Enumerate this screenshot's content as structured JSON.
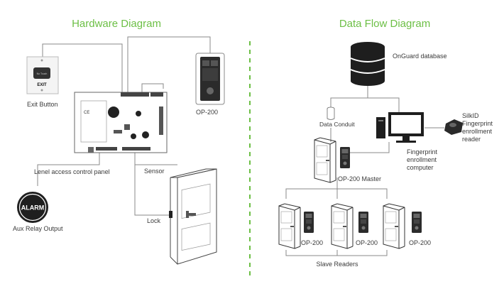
{
  "hardware": {
    "title": "Hardware Diagram",
    "exit_button_label": "Exit Button",
    "exit_button_text": "EXIT",
    "exit_button_face": "No Touch",
    "panel_label": "Lenel access control panel",
    "alarm_text": "ALARM",
    "alarm_label": "Aux Relay Output",
    "sensor_label": "Sensor",
    "lock_label": "Lock",
    "reader_label": "OP-200"
  },
  "dataflow": {
    "title": "Data Flow Diagram",
    "database_label": "OnGuard database",
    "conduit_label": "Data Conduit",
    "computer_label_lines": [
      "Fingerprint",
      "enrollment",
      "computer"
    ],
    "scanner_label_lines": [
      "SilkID",
      "Fingerprint",
      "enrollment",
      "reader"
    ],
    "master_label": "OP-200  Master",
    "slave_labels": [
      "OP-200",
      "OP-200",
      "OP-200"
    ],
    "slave_group_label": "Slave Readers"
  },
  "colors": {
    "accent": "#6cbf45",
    "divider": "#6cbf45",
    "text": "#3a3a3a",
    "line": "#888888",
    "device": "#2b2b2b"
  }
}
